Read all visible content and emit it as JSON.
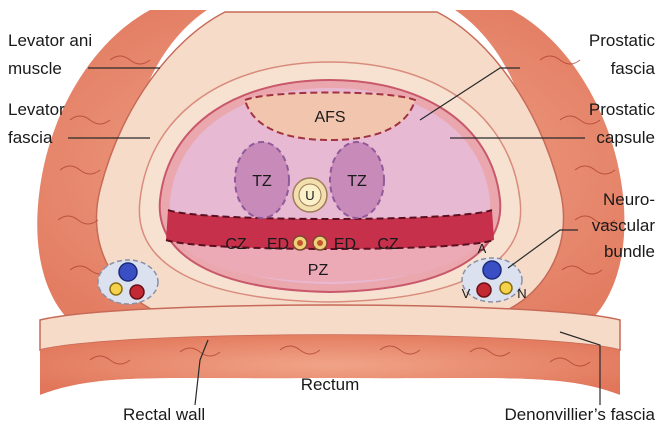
{
  "labels": {
    "levator_ani_1": "Levator ani",
    "levator_ani_2": "muscle",
    "levator_fascia_1": "Levator",
    "levator_fascia_2": "fascia",
    "prostatic_fascia_1": "Prostatic",
    "prostatic_fascia_2": "fascia",
    "prostatic_capsule_1": "Prostatic",
    "prostatic_capsule_2": "capsule",
    "nvb_1": "Neuro-",
    "nvb_2": "vascular",
    "nvb_3": "bundle",
    "rectal_wall": "Rectal wall",
    "rectum": "Rectum",
    "denonvillier": "Denonvillier’s fascia"
  },
  "zones": {
    "afs": "AFS",
    "tz": "TZ",
    "urethra": "U",
    "cz": "CZ",
    "ed": "ED",
    "pz": "PZ"
  },
  "nvb_markers": {
    "artery": "A",
    "vein": "V",
    "nerve": "N"
  },
  "colors": {
    "muscle": "#e88466",
    "muscle_light": "#f4c4ad",
    "fascia_cream": "#f7dcc5",
    "capsule_pink": "#eaa0a5",
    "prostate_lilac": "#e6b5d1",
    "tz_purple": "#c98cb8",
    "cz_red": "#c7304a",
    "pz_pink": "#ecaab5",
    "afs_peach": "#f3c5ad"
  }
}
